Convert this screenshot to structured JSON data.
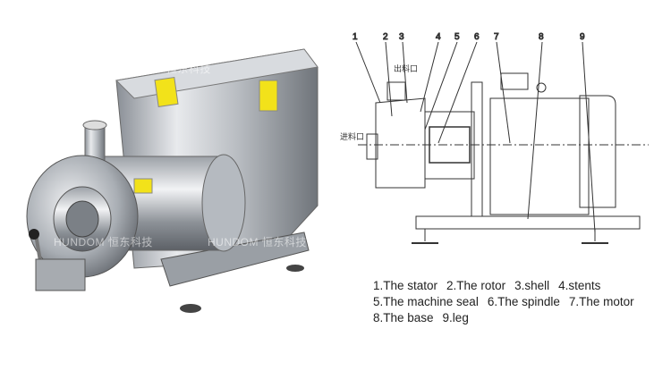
{
  "photo": {
    "watermark": "HUNDOM 恒东科技"
  },
  "diagram": {
    "numbers": [
      "1",
      "2",
      "3",
      "4",
      "5",
      "6",
      "7",
      "8",
      "9"
    ],
    "outlet_label": "出料口",
    "inlet_label": "进料口"
  },
  "legend": {
    "lines": [
      [
        "1.The stator",
        "2.The rotor",
        "3.shell",
        "4.stents"
      ],
      [
        "5.The machine seal",
        "6.The spindle",
        "7.The motor"
      ],
      [
        "8.The base",
        "9.leg"
      ]
    ]
  }
}
